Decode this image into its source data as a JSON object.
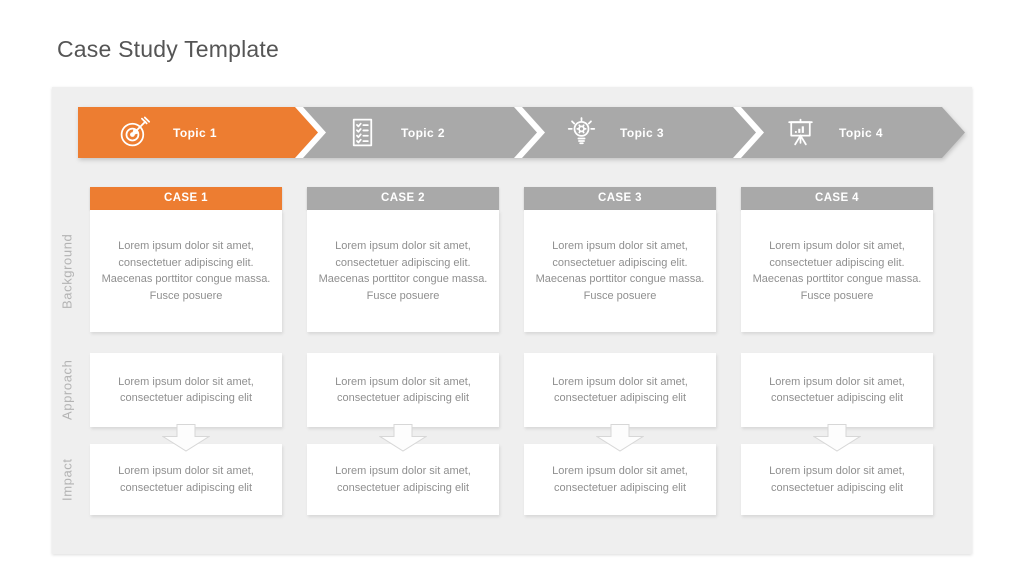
{
  "page": {
    "title": "Case Study Template"
  },
  "process_bar": {
    "topics": [
      {
        "label": "Topic 1",
        "icon": "target-dart-icon",
        "color": "#ED7D31"
      },
      {
        "label": "Topic 2",
        "icon": "checklist-icon",
        "color": "#A9A9A9"
      },
      {
        "label": "Topic 3",
        "icon": "idea-bulb-gear-icon",
        "color": "#A9A9A9"
      },
      {
        "label": "Topic 4",
        "icon": "presentation-chart-icon",
        "color": "#A9A9A9"
      }
    ]
  },
  "matrix": {
    "row_labels": [
      "Background",
      "Approach",
      "Impact"
    ],
    "cases": [
      {
        "header": "CASE 1",
        "header_color": "#ED7D31",
        "background_text": "Lorem ipsum dolor sit amet, consectetuer adipiscing elit. Maecenas porttitor congue massa. Fusce posuere",
        "approach_text": "Lorem ipsum dolor sit amet, consectetuer adipiscing elit",
        "impact_text": "Lorem ipsum dolor sit amet, consectetuer adipiscing elit"
      },
      {
        "header": "CASE 2",
        "header_color": "#A9A9A9",
        "background_text": "Lorem ipsum dolor sit amet, consectetuer adipiscing elit. Maecenas porttitor congue massa. Fusce posuere",
        "approach_text": "Lorem ipsum dolor sit amet, consectetuer adipiscing elit",
        "impact_text": "Lorem ipsum dolor sit amet, consectetuer adipiscing elit"
      },
      {
        "header": "CASE 3",
        "header_color": "#A9A9A9",
        "background_text": "Lorem ipsum dolor sit amet, consectetuer adipiscing elit. Maecenas porttitor congue massa. Fusce posuere",
        "approach_text": "Lorem ipsum dolor sit amet, consectetuer adipiscing elit",
        "impact_text": "Lorem ipsum dolor sit amet, consectetuer adipiscing elit"
      },
      {
        "header": "CASE 4",
        "header_color": "#A9A9A9",
        "background_text": "Lorem ipsum dolor sit amet, consectetuer adipiscing elit. Maecenas porttitor congue massa. Fusce posuere",
        "approach_text": "Lorem ipsum dolor sit amet, consectetuer adipiscing elit",
        "impact_text": "Lorem ipsum dolor sit amet, consectetuer adipiscing elit"
      }
    ]
  },
  "colors": {
    "accent_orange": "#ED7D31",
    "shape_gray": "#A9A9A9",
    "panel_background": "#EFEFEF",
    "card_background": "#FFFFFF",
    "body_text": "#8F8F8F",
    "row_label_text": "#B3B3B3",
    "topic_label_text": "#FFFFFF",
    "title_text": "#555555"
  }
}
